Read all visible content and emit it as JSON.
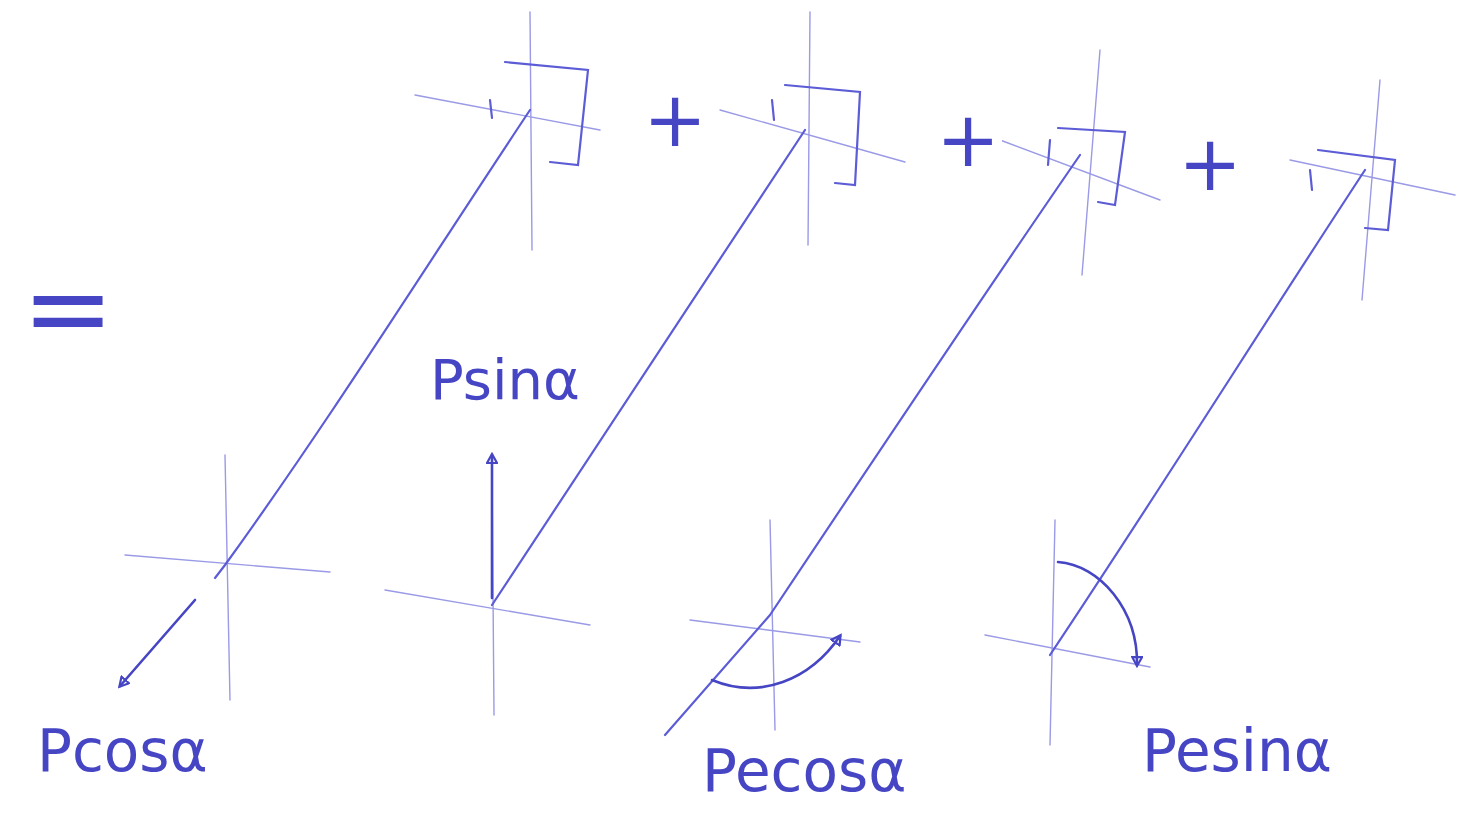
{
  "diagram": {
    "labels": [
      "=",
      "+",
      "+",
      "+",
      "Psinα",
      "Pcosα",
      "Pecosα",
      "Pesinα"
    ]
  }
}
